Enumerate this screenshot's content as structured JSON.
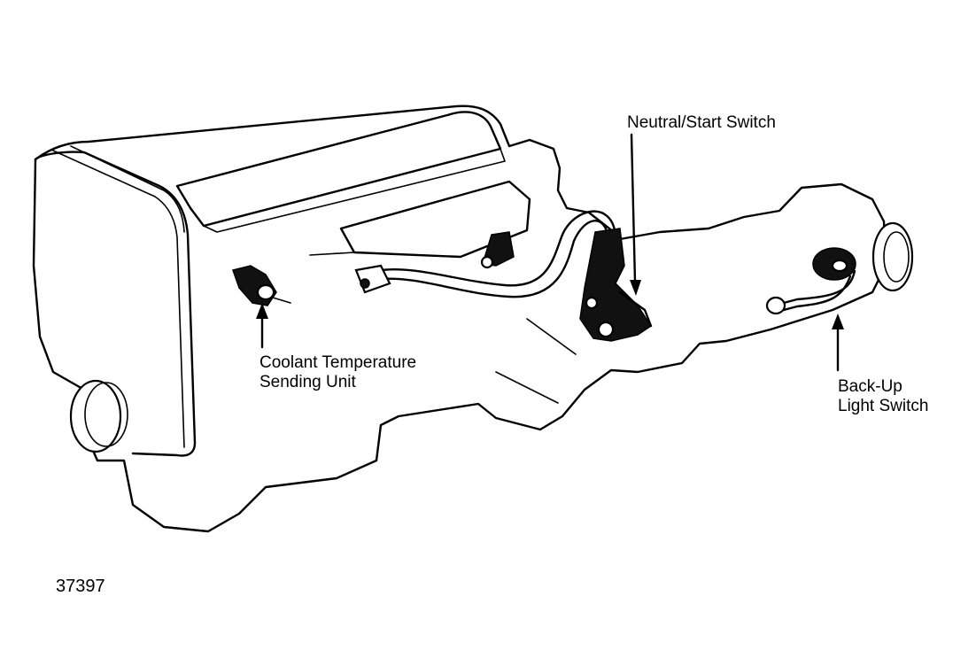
{
  "labels": {
    "neutral_start_switch": "Neutral/Start Switch",
    "coolant_line1": "Coolant Temperature",
    "coolant_line2": "Sending Unit",
    "backup_line1": "Back-Up",
    "backup_line2": "Light Switch"
  },
  "figure_number": "37397",
  "colors": {
    "line": "#000000",
    "background": "#ffffff"
  }
}
